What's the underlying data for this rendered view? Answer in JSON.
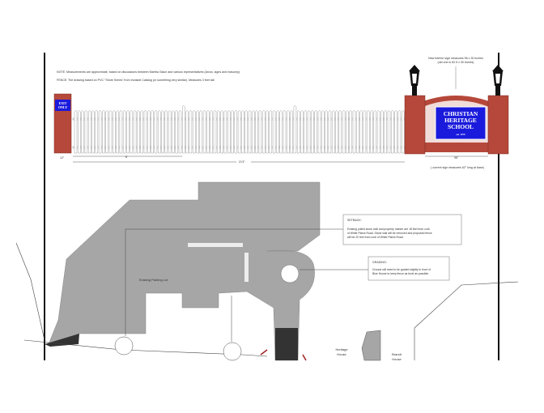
{
  "notes": {
    "note": "NOTE: Measurements are approximate, based on discussions between Martha Glace and various representatives (Arcos, signs and masonry)",
    "fence": "FENCE: The drawing based on PVC \"Shore Series\" from Ironside Catalog (or something very similar). Measures 3 feet tall."
  },
  "exit_sign": [
    "EXIT",
    "ONLY"
  ],
  "sign": {
    "callout_line1": "New interior sign measures 96 x 30 inches",
    "callout_line2": "(old one is 62.5 x 30 inches)",
    "name": [
      "CHRISTIAN",
      "HERITAGE",
      "SCHOOL"
    ],
    "est": "est. 1979",
    "width_label": "96\"",
    "current_note": "( current sign measures 62\" long at base)"
  },
  "dimensions": {
    "pillar": "12\"",
    "section": "8'",
    "total": "21'4\""
  },
  "setback": {
    "title": "SETBACK:",
    "lines": [
      "Existing pulled stone wall and property marker are 18 feet from curb",
      "of White Plains Road. Stone wall will be removed and proposed fence",
      "will be 20 feet from curb of White Plains Road."
    ]
  },
  "grading": {
    "title": "GRADING:",
    "lines": [
      "Ground will need to be graded slightly in front of",
      "Blue House to keep fence as level as possible."
    ]
  },
  "labels": {
    "parking": "Existing Parking Lot",
    "heritage": [
      "Heritage",
      "House"
    ],
    "brandt": [
      "Brandt",
      "House"
    ]
  },
  "colors": {
    "brick": "#b5483a",
    "sign_blue": "#1a1adc",
    "lot": "#a6a6a6"
  }
}
